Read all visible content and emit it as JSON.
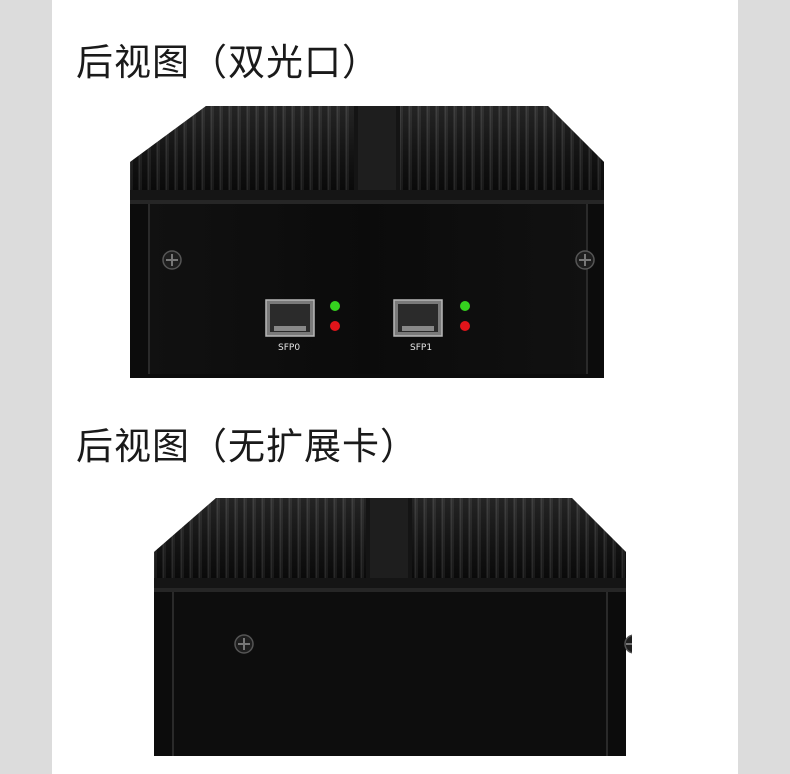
{
  "sections": [
    {
      "title": "后视图（双光口）",
      "ports": [
        {
          "label": "SFP0",
          "led_top": "#35d21f",
          "led_bottom": "#e0141a"
        },
        {
          "label": "SFP1",
          "led_top": "#35d21f",
          "led_bottom": "#e0141a"
        }
      ]
    },
    {
      "title": "后视图（无扩展卡）"
    }
  ],
  "colors": {
    "page_background": "#ffffff",
    "side_margin": "#dcdcdc",
    "chassis": "#0d0d0d",
    "led_green": "#35d21f",
    "led_red": "#e0141a"
  }
}
